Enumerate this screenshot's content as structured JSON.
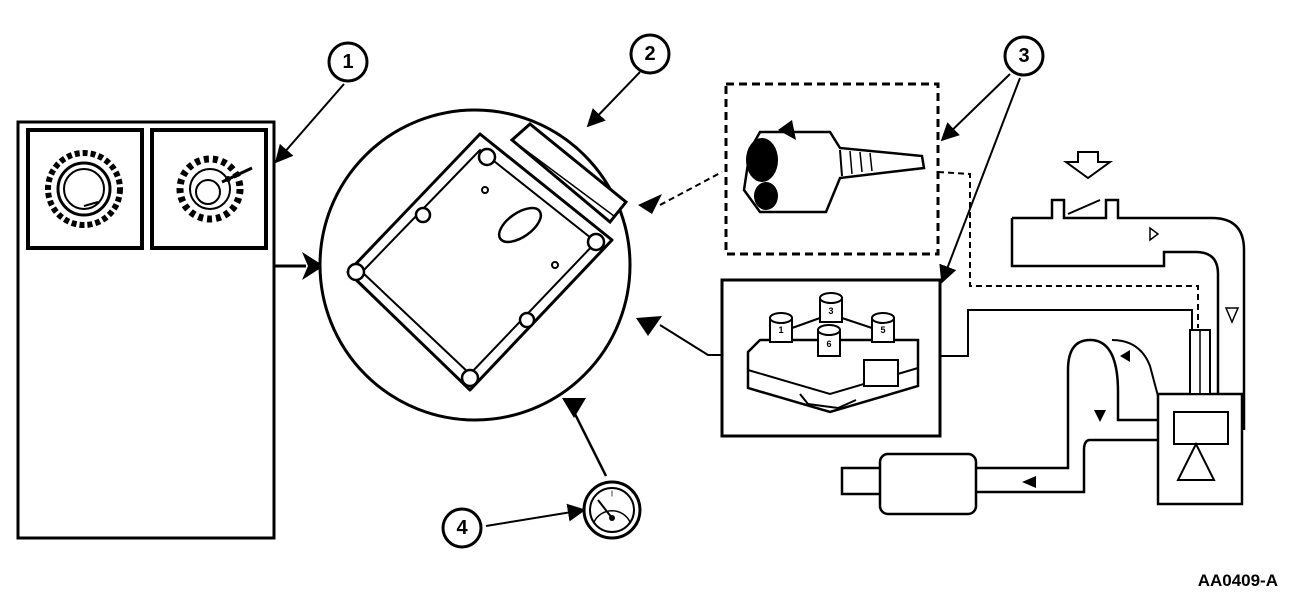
{
  "figure_id": "AA0409-A",
  "callouts": {
    "c1": "1",
    "c2": "2",
    "c3": "3",
    "c4": "4"
  },
  "coil_towers": [
    "1",
    "3",
    "5",
    "6"
  ],
  "gauge_mark": "I"
}
